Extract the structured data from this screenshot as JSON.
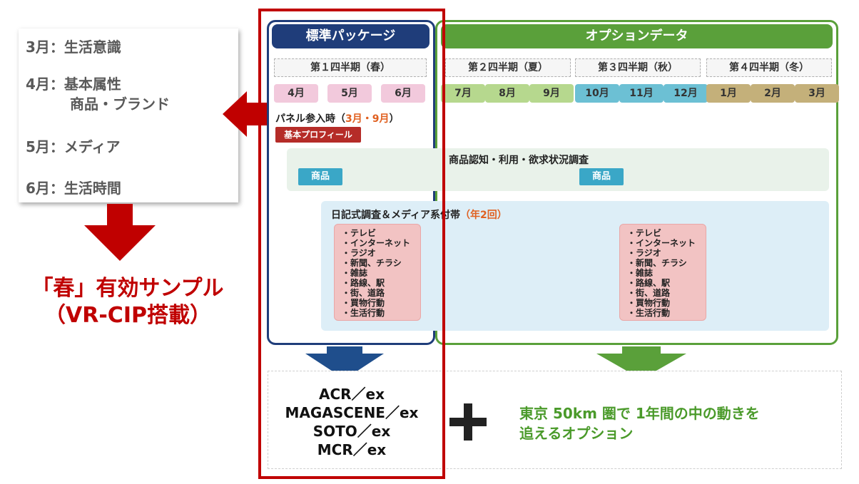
{
  "left_callout": {
    "items": [
      {
        "label": "3月：生活意識"
      },
      {
        "label": "4月：基本属性",
        "sub": "商品・ブランド"
      },
      {
        "label": "5月：メディア"
      },
      {
        "label": "6月：生活時間"
      }
    ]
  },
  "spring_result": {
    "title": "「春」有効サンプル",
    "subtitle": "（VR-CIP搭載）"
  },
  "standard_package": {
    "header": "標準パッケージ",
    "quarter": "第１四半期（春）",
    "months": [
      "4月",
      "5月",
      "6月"
    ]
  },
  "option_data": {
    "header": "オプションデータ",
    "quarters": [
      {
        "label": "第２四半期（夏）",
        "months": [
          "7月",
          "8月",
          "9月"
        ]
      },
      {
        "label": "第３四半期（秋）",
        "months": [
          "10月",
          "11月",
          "12月"
        ]
      },
      {
        "label": "第４四半期（冬）",
        "months": [
          "1月",
          "2月",
          "3月"
        ]
      }
    ]
  },
  "panel_entry": {
    "text": "パネル参入時",
    "paren_open": "（",
    "months": "3月・9月",
    "paren_close": "）",
    "profile": "基本プロフィール"
  },
  "product_survey": {
    "title": "商品認知・利用・欲求状況調査",
    "tags": [
      "商品",
      "商品"
    ]
  },
  "diary_survey": {
    "title": "日記式調査＆メディア系付帯",
    "highlight": "（年2回）",
    "media_items": [
      "・テレビ",
      "・インターネット",
      "・ラジオ",
      "・新聞、チラシ",
      "・雑誌",
      "・路線、駅",
      "・街、道路",
      "・買物行動",
      "・生活行動"
    ]
  },
  "outputs": {
    "products": [
      "ACR／ex",
      "MAGASCENE／ex",
      "SOTO／ex",
      "MCR／ex"
    ],
    "plus": "+",
    "option_note_line1": "東京 50km 圏で 1年間の中の動きを",
    "option_note_line2": "追えるオプション"
  },
  "colors": {
    "highlight_red": "#c00000",
    "standard_blue": "#1f3d7a",
    "option_green": "#5aa03a",
    "tag_blue": "#3aa7c7"
  }
}
